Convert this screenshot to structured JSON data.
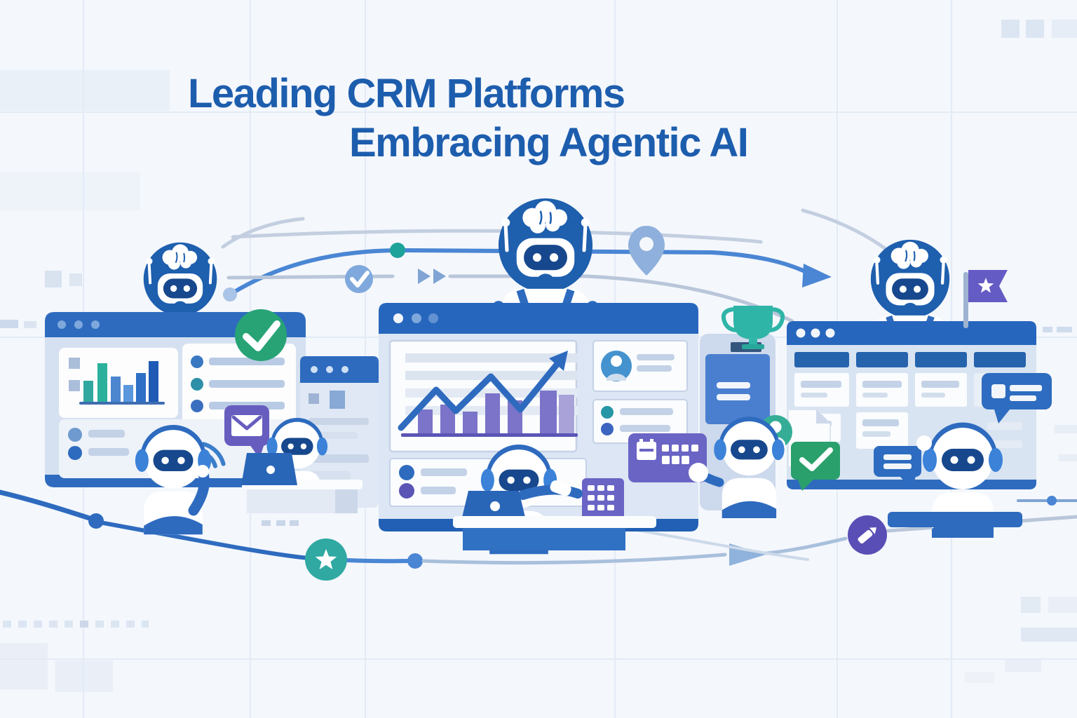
{
  "title": {
    "line1": "Leading CRM Platforms",
    "line2": "Embracing Agentic AI"
  },
  "palette": {
    "background": "#f4f7fc",
    "title_text": "#1d5dad",
    "window_bar_blue": "#2766bd",
    "accent_blue": "#2e6bbf",
    "robot_head_blue": "#1e5fae",
    "visor_navy": "#17488d",
    "light_blue": "#8fb0dc",
    "teal": "#2fa9a2",
    "trophy_teal": "#2fb5a8",
    "success_green": "#27a376",
    "bubble_green": "#2aa06c",
    "purple": "#655bbe",
    "chart_bar_purple": "#7b74c9",
    "panel_light": "#dce6f4"
  },
  "scene": {
    "windows": [
      {
        "name": "left-dashboard-window",
        "parts": [
          "traffic-dots",
          "bar-chart-panel",
          "bullet-list-panel",
          "two-row-list-panel",
          "footer-bar"
        ]
      },
      {
        "name": "mini-browser-window",
        "parts": [
          "traffic-dots",
          "content-blocks",
          "text-rows"
        ]
      },
      {
        "name": "center-analytics-window",
        "parts": [
          "traffic-dots",
          "trend-chart-panel",
          "contact-card",
          "bullet-list-card",
          "bottom-list-panel",
          "footer-bar"
        ]
      },
      {
        "name": "right-kanban-window",
        "parts": [
          "traffic-dots",
          "four-column-headers",
          "task-cards",
          "footer-bar"
        ]
      },
      {
        "name": "phone-panel",
        "parts": [
          "blue-card-with-lines",
          "trophy-pedestal"
        ]
      }
    ],
    "robots": [
      "brain-robot-left",
      "brain-robot-center",
      "brain-robot-right",
      "headset-robot-waving",
      "headset-robot-laptop-left",
      "headset-robot-desk-center",
      "headset-robot-keyboard",
      "headset-robot-desk-right"
    ],
    "icons": [
      "check-circle-green",
      "check-circle-light",
      "check-bubble-green",
      "envelope-bubble-purple",
      "location-pin",
      "trophy",
      "flag-star-purple",
      "star-badge-teal",
      "pencil-badge-purple",
      "calculator-purple",
      "keyboard-panel-purple",
      "chat-bubble-large-blue",
      "chat-bubble-small-blue",
      "wifi-waves",
      "flow-arrow-right",
      "double-chevron-arrow",
      "play-arrow-light"
    ]
  }
}
